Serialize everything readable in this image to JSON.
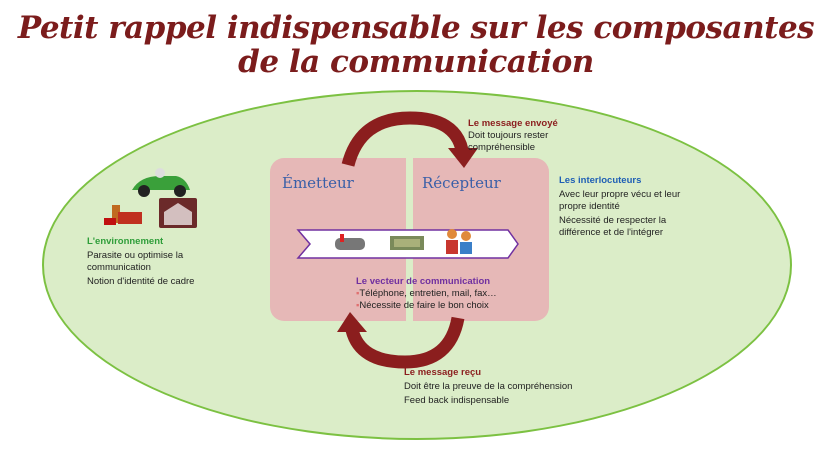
{
  "title": {
    "line1": "Petit rappel indispensable sur les composantes",
    "line2": "de la communication"
  },
  "emetteur": "Émetteur",
  "recepteur": "Récepteur",
  "message_envoye": {
    "heading": "Le message envoyé",
    "lines": [
      "Doit toujours rester",
      "compréhensible"
    ]
  },
  "interlocuteurs": {
    "heading": "Les interlocuteurs",
    "lines": [
      "Avec leur propre vécu et leur",
      "propre identité",
      "Nécessité de respecter la",
      "différence et de l'intégrer"
    ]
  },
  "environnement": {
    "heading": "L'environnement",
    "lines": [
      "Parasite ou optimise la",
      "communication",
      "Notion d'identité de cadre"
    ]
  },
  "vecteur": {
    "heading": "Le vecteur de communication",
    "items": [
      "Téléphone, entretien, mail, fax…",
      "Nécessite de faire le bon choix"
    ]
  },
  "message_recu": {
    "heading": "Le message reçu",
    "lines": [
      "Doit être la preuve de la compréhension",
      "Feed back indispensable"
    ]
  },
  "colors": {
    "title": "#7b1c1c",
    "arrow": "#8b1e1e",
    "ellipse": "#dbedc8",
    "box": "#e6b8b7",
    "green": "#2f9e3a",
    "blue": "#1f5fb5",
    "purple": "#7030a0"
  }
}
